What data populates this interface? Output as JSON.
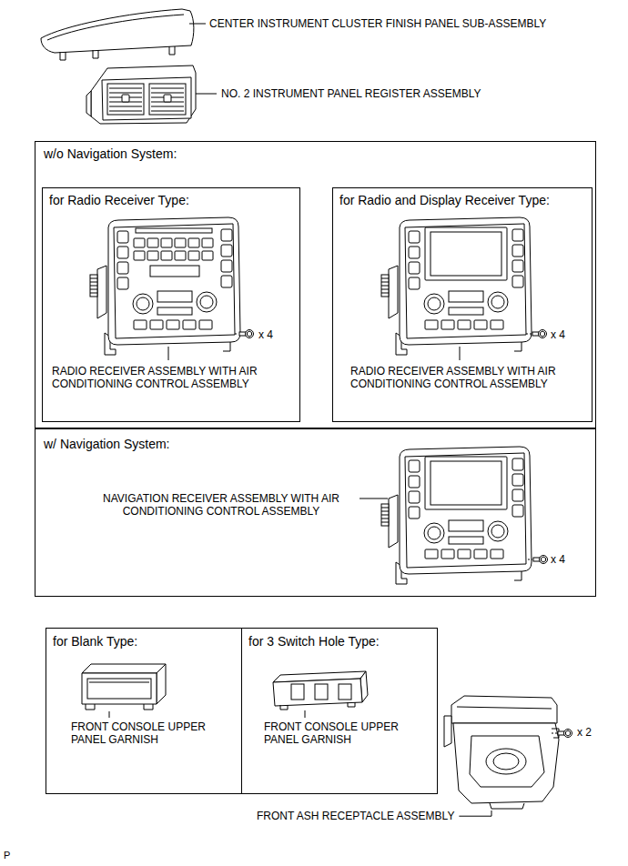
{
  "diagram": {
    "nodes": [
      {
        "text": [
          "w/o Navigation System:"
        ]
      },
      {
        "text": [
          "for Radio Receiver Type:",
          "RADIO RECEIVER ASSEMBLY WITH AIR CONDITIONING CONTROL ASSEMBLY",
          "x 4"
        ],
        "in": 0
      },
      {
        "text": [
          "for Radio and Display Receiver Type:",
          "RADIO RECEIVER ASSEMBLY WITH AIR CONDITIONING CONTROL ASSEMBLY",
          "x 4"
        ],
        "in": 0
      },
      {
        "text": [
          "w/ Navigation System:",
          "NAVIGATION RECEIVER ASSEMBLY WITH AIR CONDITIONING CONTROL ASSEMBLY",
          "x 4"
        ]
      },
      {
        "text": [
          "for Blank Type:",
          "FRONT CONSOLE UPPER PANEL GARNISH"
        ]
      },
      {
        "text": [
          "for 3 Switch Hole Type:",
          "FRONT CONSOLE UPPER PANEL GARNISH"
        ]
      }
    ],
    "labels": [
      "CENTER INSTRUMENT CLUSTER FINISH PANEL SUB-ASSEMBLY",
      "NO. 2 INSTRUMENT PANEL REGISTER ASSEMBLY",
      "x 2",
      "FRONT ASH RECEPTACLE ASSEMBLY",
      "P"
    ]
  }
}
